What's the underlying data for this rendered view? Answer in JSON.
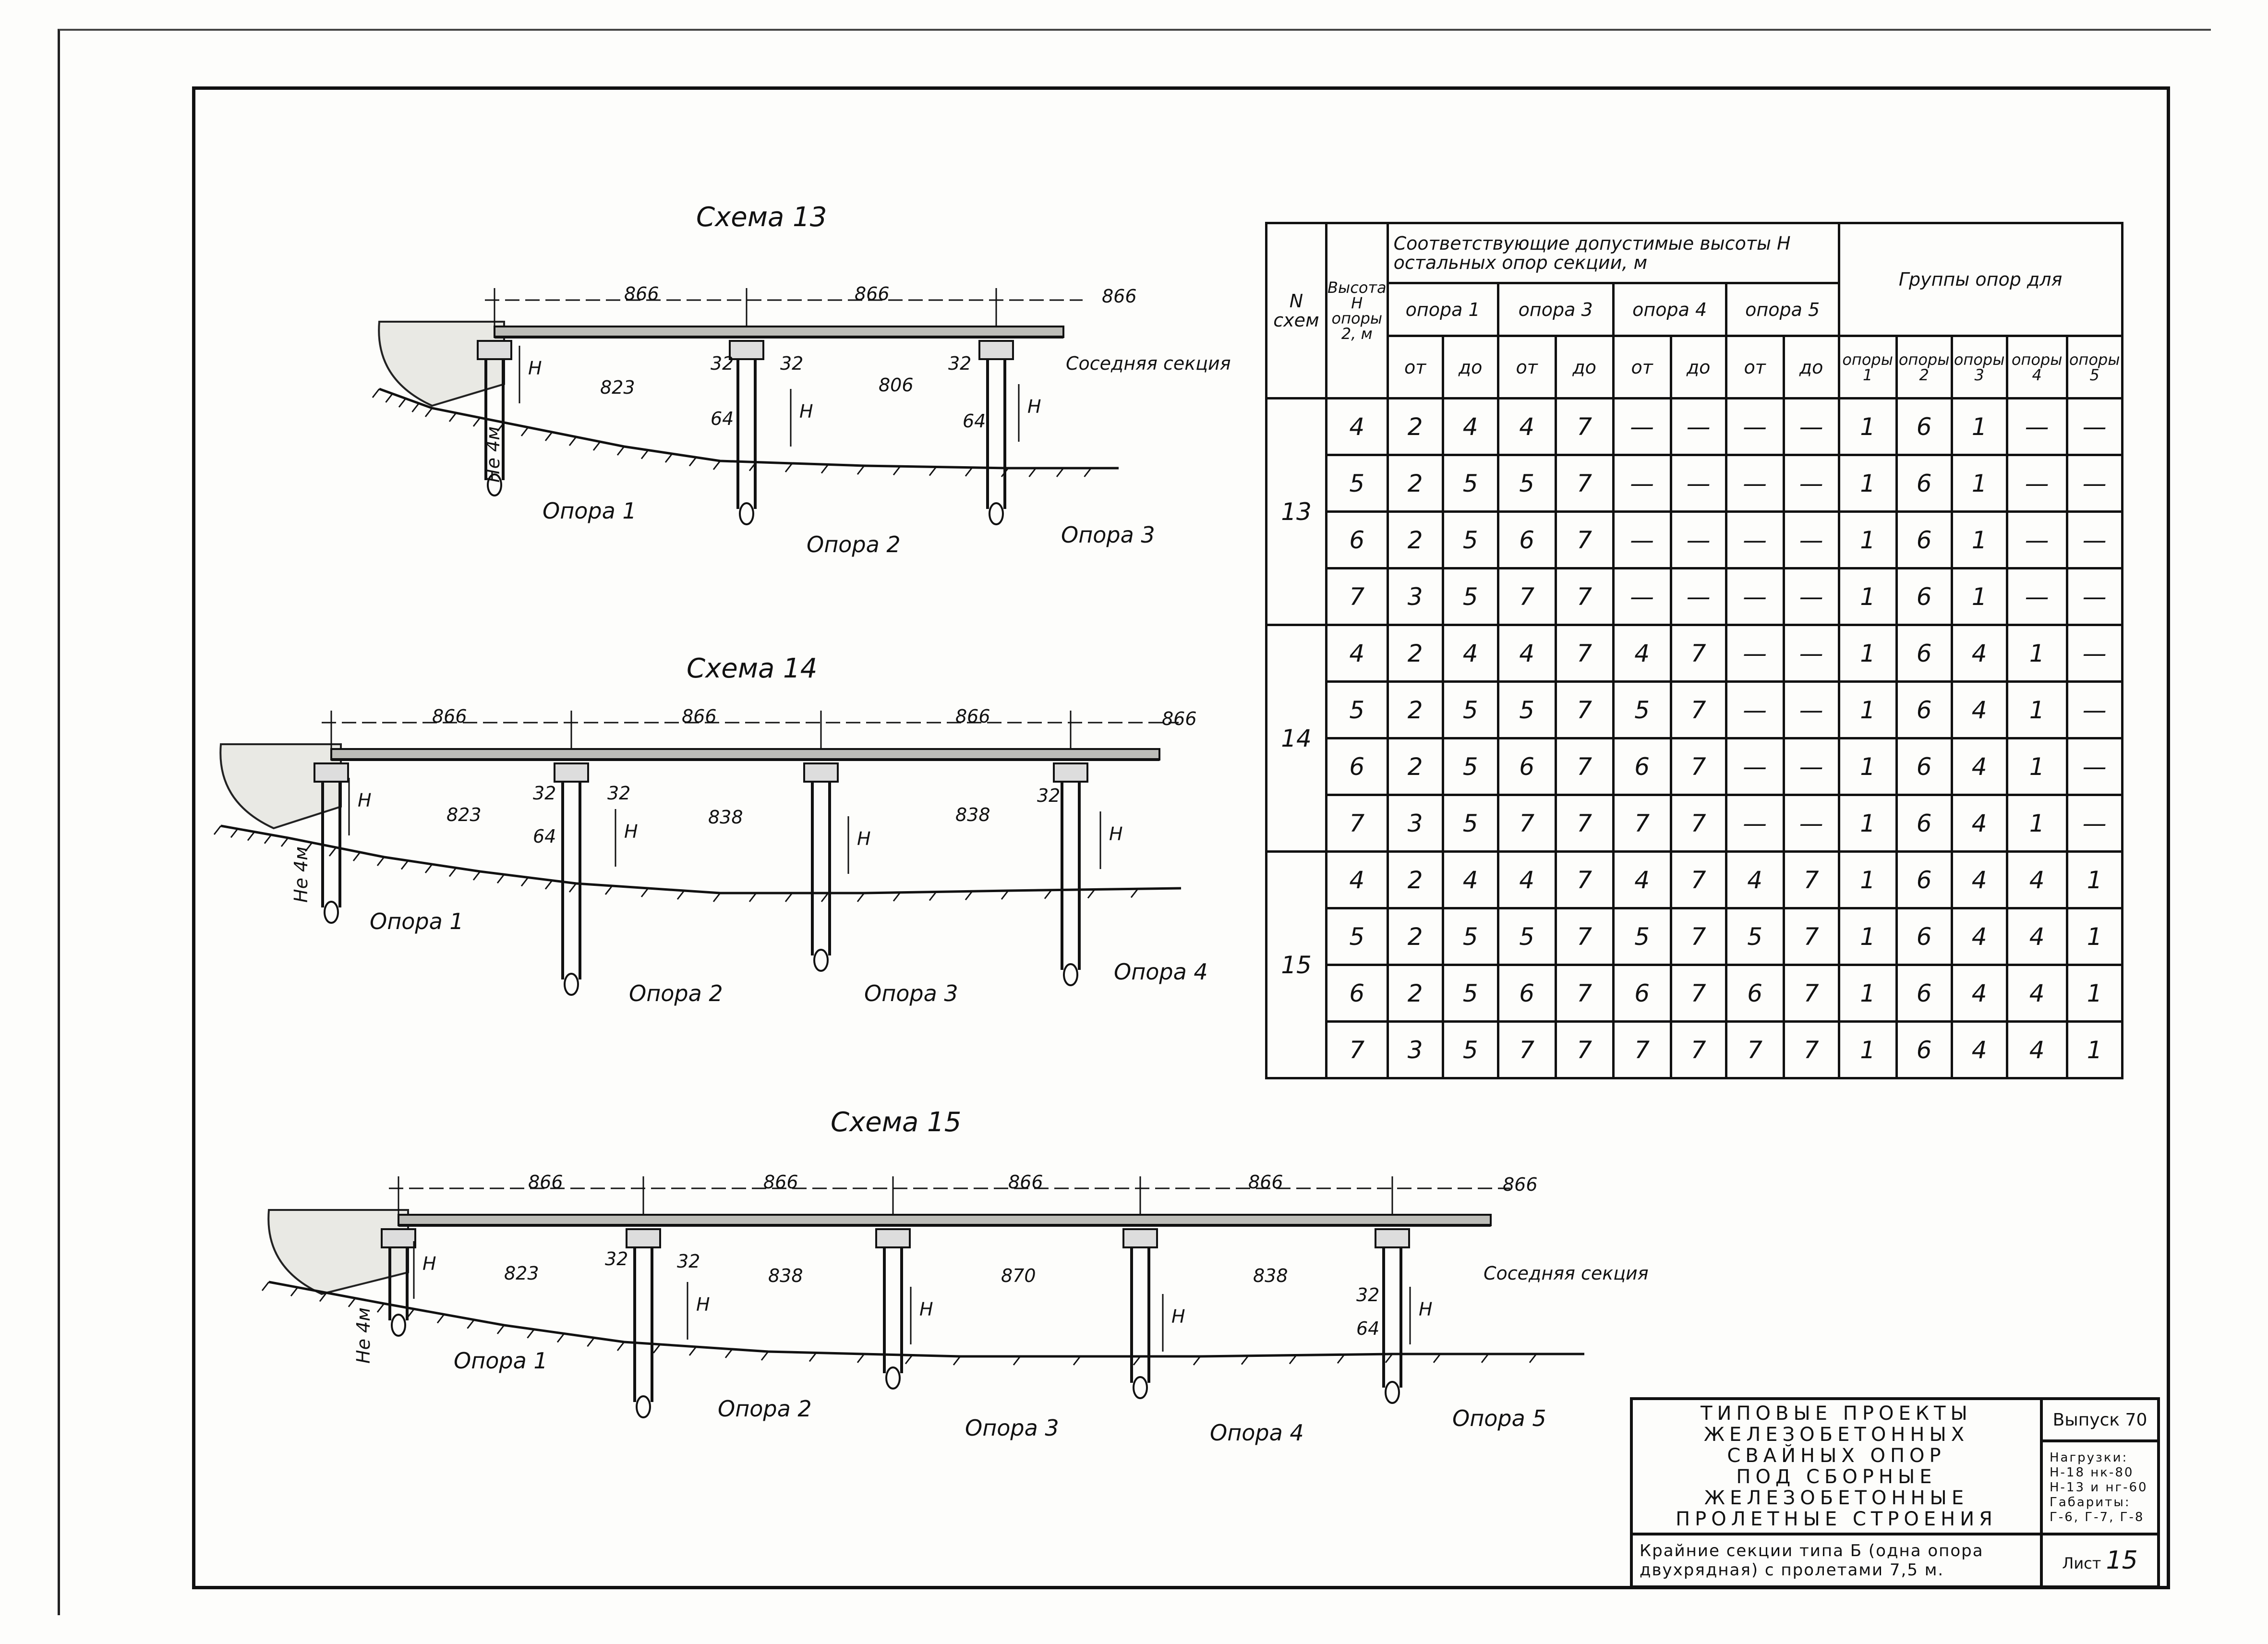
{
  "schemes": [
    {
      "title": "Схема 13",
      "spans_top": [
        "866",
        "866",
        "866"
      ],
      "dims": [
        "823",
        "32",
        "32",
        "806",
        "32",
        "64",
        "64"
      ],
      "pile_note": "Не 4м",
      "supports": [
        "Опора 1",
        "Опора 2",
        "Опора 3"
      ],
      "neighbor": "Соседняя секция",
      "height_mark": "H"
    },
    {
      "title": "Схема 14",
      "spans_top": [
        "866",
        "866",
        "866",
        "866"
      ],
      "dims": [
        "823",
        "32",
        "32",
        "838",
        "838",
        "32",
        "64"
      ],
      "pile_note": "Не 4м",
      "supports": [
        "Опора 1",
        "Опора 2",
        "Опора 3",
        "Опора 4"
      ],
      "height_mark": "H"
    },
    {
      "title": "Схема 15",
      "spans_top": [
        "866",
        "866",
        "866",
        "866",
        "866"
      ],
      "dims": [
        "823",
        "32",
        "32",
        "838",
        "870",
        "838",
        "32",
        "64"
      ],
      "pile_note": "Не 4м",
      "supports": [
        "Опора 1",
        "Опора 2",
        "Опора 3",
        "Опора 4",
        "Опора 5"
      ],
      "neighbor": "Соседняя секция",
      "height_mark": "H"
    }
  ],
  "table": {
    "col_scheme": "N схем",
    "col_height": "Высота H опоры 2, м",
    "col_allowed": "Соответствующие допустимые высоты H остальных опор секции, м",
    "col_groups": "Группы опор для",
    "support_heads": [
      "опора 1",
      "опора 3",
      "опора 4",
      "опора 5"
    ],
    "from_to": [
      "от",
      "до"
    ],
    "group_heads": [
      "опоры 1",
      "опоры 2",
      "опоры 3",
      "опоры 4",
      "опоры 5"
    ],
    "groups": [
      {
        "scheme": "13",
        "rows": [
          [
            "4",
            "2",
            "4",
            "4",
            "7",
            "—",
            "—",
            "—",
            "—",
            "1",
            "6",
            "1",
            "—",
            "—"
          ],
          [
            "5",
            "2",
            "5",
            "5",
            "7",
            "—",
            "—",
            "—",
            "—",
            "1",
            "6",
            "1",
            "—",
            "—"
          ],
          [
            "6",
            "2",
            "5",
            "6",
            "7",
            "—",
            "—",
            "—",
            "—",
            "1",
            "6",
            "1",
            "—",
            "—"
          ],
          [
            "7",
            "3",
            "5",
            "7",
            "7",
            "—",
            "—",
            "—",
            "—",
            "1",
            "6",
            "1",
            "—",
            "—"
          ]
        ]
      },
      {
        "scheme": "14",
        "rows": [
          [
            "4",
            "2",
            "4",
            "4",
            "7",
            "4",
            "7",
            "—",
            "—",
            "1",
            "6",
            "4",
            "1",
            "—"
          ],
          [
            "5",
            "2",
            "5",
            "5",
            "7",
            "5",
            "7",
            "—",
            "—",
            "1",
            "6",
            "4",
            "1",
            "—"
          ],
          [
            "6",
            "2",
            "5",
            "6",
            "7",
            "6",
            "7",
            "—",
            "—",
            "1",
            "6",
            "4",
            "1",
            "—"
          ],
          [
            "7",
            "3",
            "5",
            "7",
            "7",
            "7",
            "7",
            "—",
            "—",
            "1",
            "6",
            "4",
            "1",
            "—"
          ]
        ]
      },
      {
        "scheme": "15",
        "rows": [
          [
            "4",
            "2",
            "4",
            "4",
            "7",
            "4",
            "7",
            "4",
            "7",
            "1",
            "6",
            "4",
            "4",
            "1"
          ],
          [
            "5",
            "2",
            "5",
            "5",
            "7",
            "5",
            "7",
            "5",
            "7",
            "1",
            "6",
            "4",
            "4",
            "1"
          ],
          [
            "6",
            "2",
            "5",
            "6",
            "7",
            "6",
            "7",
            "6",
            "7",
            "1",
            "6",
            "4",
            "4",
            "1"
          ],
          [
            "7",
            "3",
            "5",
            "7",
            "7",
            "7",
            "7",
            "7",
            "7",
            "1",
            "6",
            "4",
            "4",
            "1"
          ]
        ]
      }
    ]
  },
  "title_block": {
    "main_lines": [
      "Типовые проекты",
      "железобетонных",
      "свайных опор",
      "под сборные",
      "железобетонные",
      "пролетные строения"
    ],
    "issue": "Выпуск 70",
    "loads_lines": [
      "Нагрузки:",
      "Н-18 нк-80",
      "Н-13 и нг-60",
      "Габариты:",
      "Г-6, Г-7, Г-8"
    ],
    "subtitle": "Крайние секции типа Б (одна опора двухрядная) с пролетами 7,5 м.",
    "sheet_label": "Лист",
    "sheet_number": "15"
  }
}
